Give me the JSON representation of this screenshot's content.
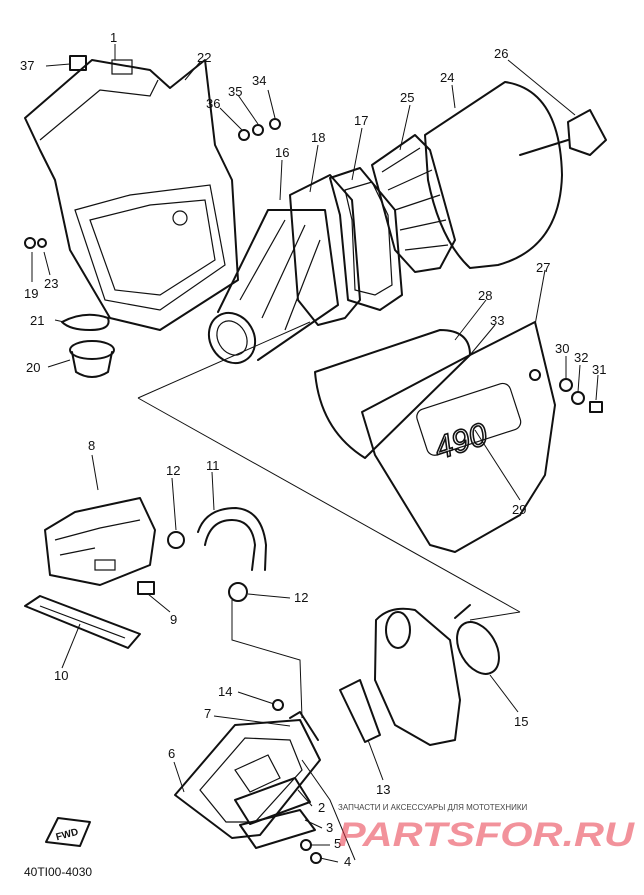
{
  "diagram": {
    "parts": [
      {
        "id": "1",
        "label": "1"
      },
      {
        "id": "2",
        "label": "2"
      },
      {
        "id": "3",
        "label": "3"
      },
      {
        "id": "4",
        "label": "4"
      },
      {
        "id": "5",
        "label": "5"
      },
      {
        "id": "6",
        "label": "6"
      },
      {
        "id": "7",
        "label": "7"
      },
      {
        "id": "8",
        "label": "8"
      },
      {
        "id": "9",
        "label": "9"
      },
      {
        "id": "10",
        "label": "10"
      },
      {
        "id": "11",
        "label": "11"
      },
      {
        "id": "12a",
        "label": "12"
      },
      {
        "id": "12b",
        "label": "12"
      },
      {
        "id": "13",
        "label": "13"
      },
      {
        "id": "14",
        "label": "14"
      },
      {
        "id": "15",
        "label": "15"
      },
      {
        "id": "16",
        "label": "16"
      },
      {
        "id": "17",
        "label": "17"
      },
      {
        "id": "18",
        "label": "18"
      },
      {
        "id": "19",
        "label": "19"
      },
      {
        "id": "20",
        "label": "20"
      },
      {
        "id": "21",
        "label": "21"
      },
      {
        "id": "22",
        "label": "22"
      },
      {
        "id": "23",
        "label": "23"
      },
      {
        "id": "24",
        "label": "24"
      },
      {
        "id": "25",
        "label": "25"
      },
      {
        "id": "26",
        "label": "26"
      },
      {
        "id": "27",
        "label": "27"
      },
      {
        "id": "28",
        "label": "28"
      },
      {
        "id": "29",
        "label": "29"
      },
      {
        "id": "30",
        "label": "30"
      },
      {
        "id": "31",
        "label": "31"
      },
      {
        "id": "32",
        "label": "32"
      },
      {
        "id": "33",
        "label": "33"
      },
      {
        "id": "34",
        "label": "34"
      },
      {
        "id": "35",
        "label": "35"
      },
      {
        "id": "36",
        "label": "36"
      },
      {
        "id": "37",
        "label": "37"
      }
    ],
    "side_cover_number": "490",
    "fwd_label": "FWD",
    "drawing_code": "40TI00-4030"
  },
  "watermark": {
    "caption": "ЗАПЧАСТИ И АКСЕССУАРЫ ДЛЯ МОТОТЕХНИКИ",
    "logo": "PARTSFOR.RU",
    "color": "#e83a4a"
  }
}
